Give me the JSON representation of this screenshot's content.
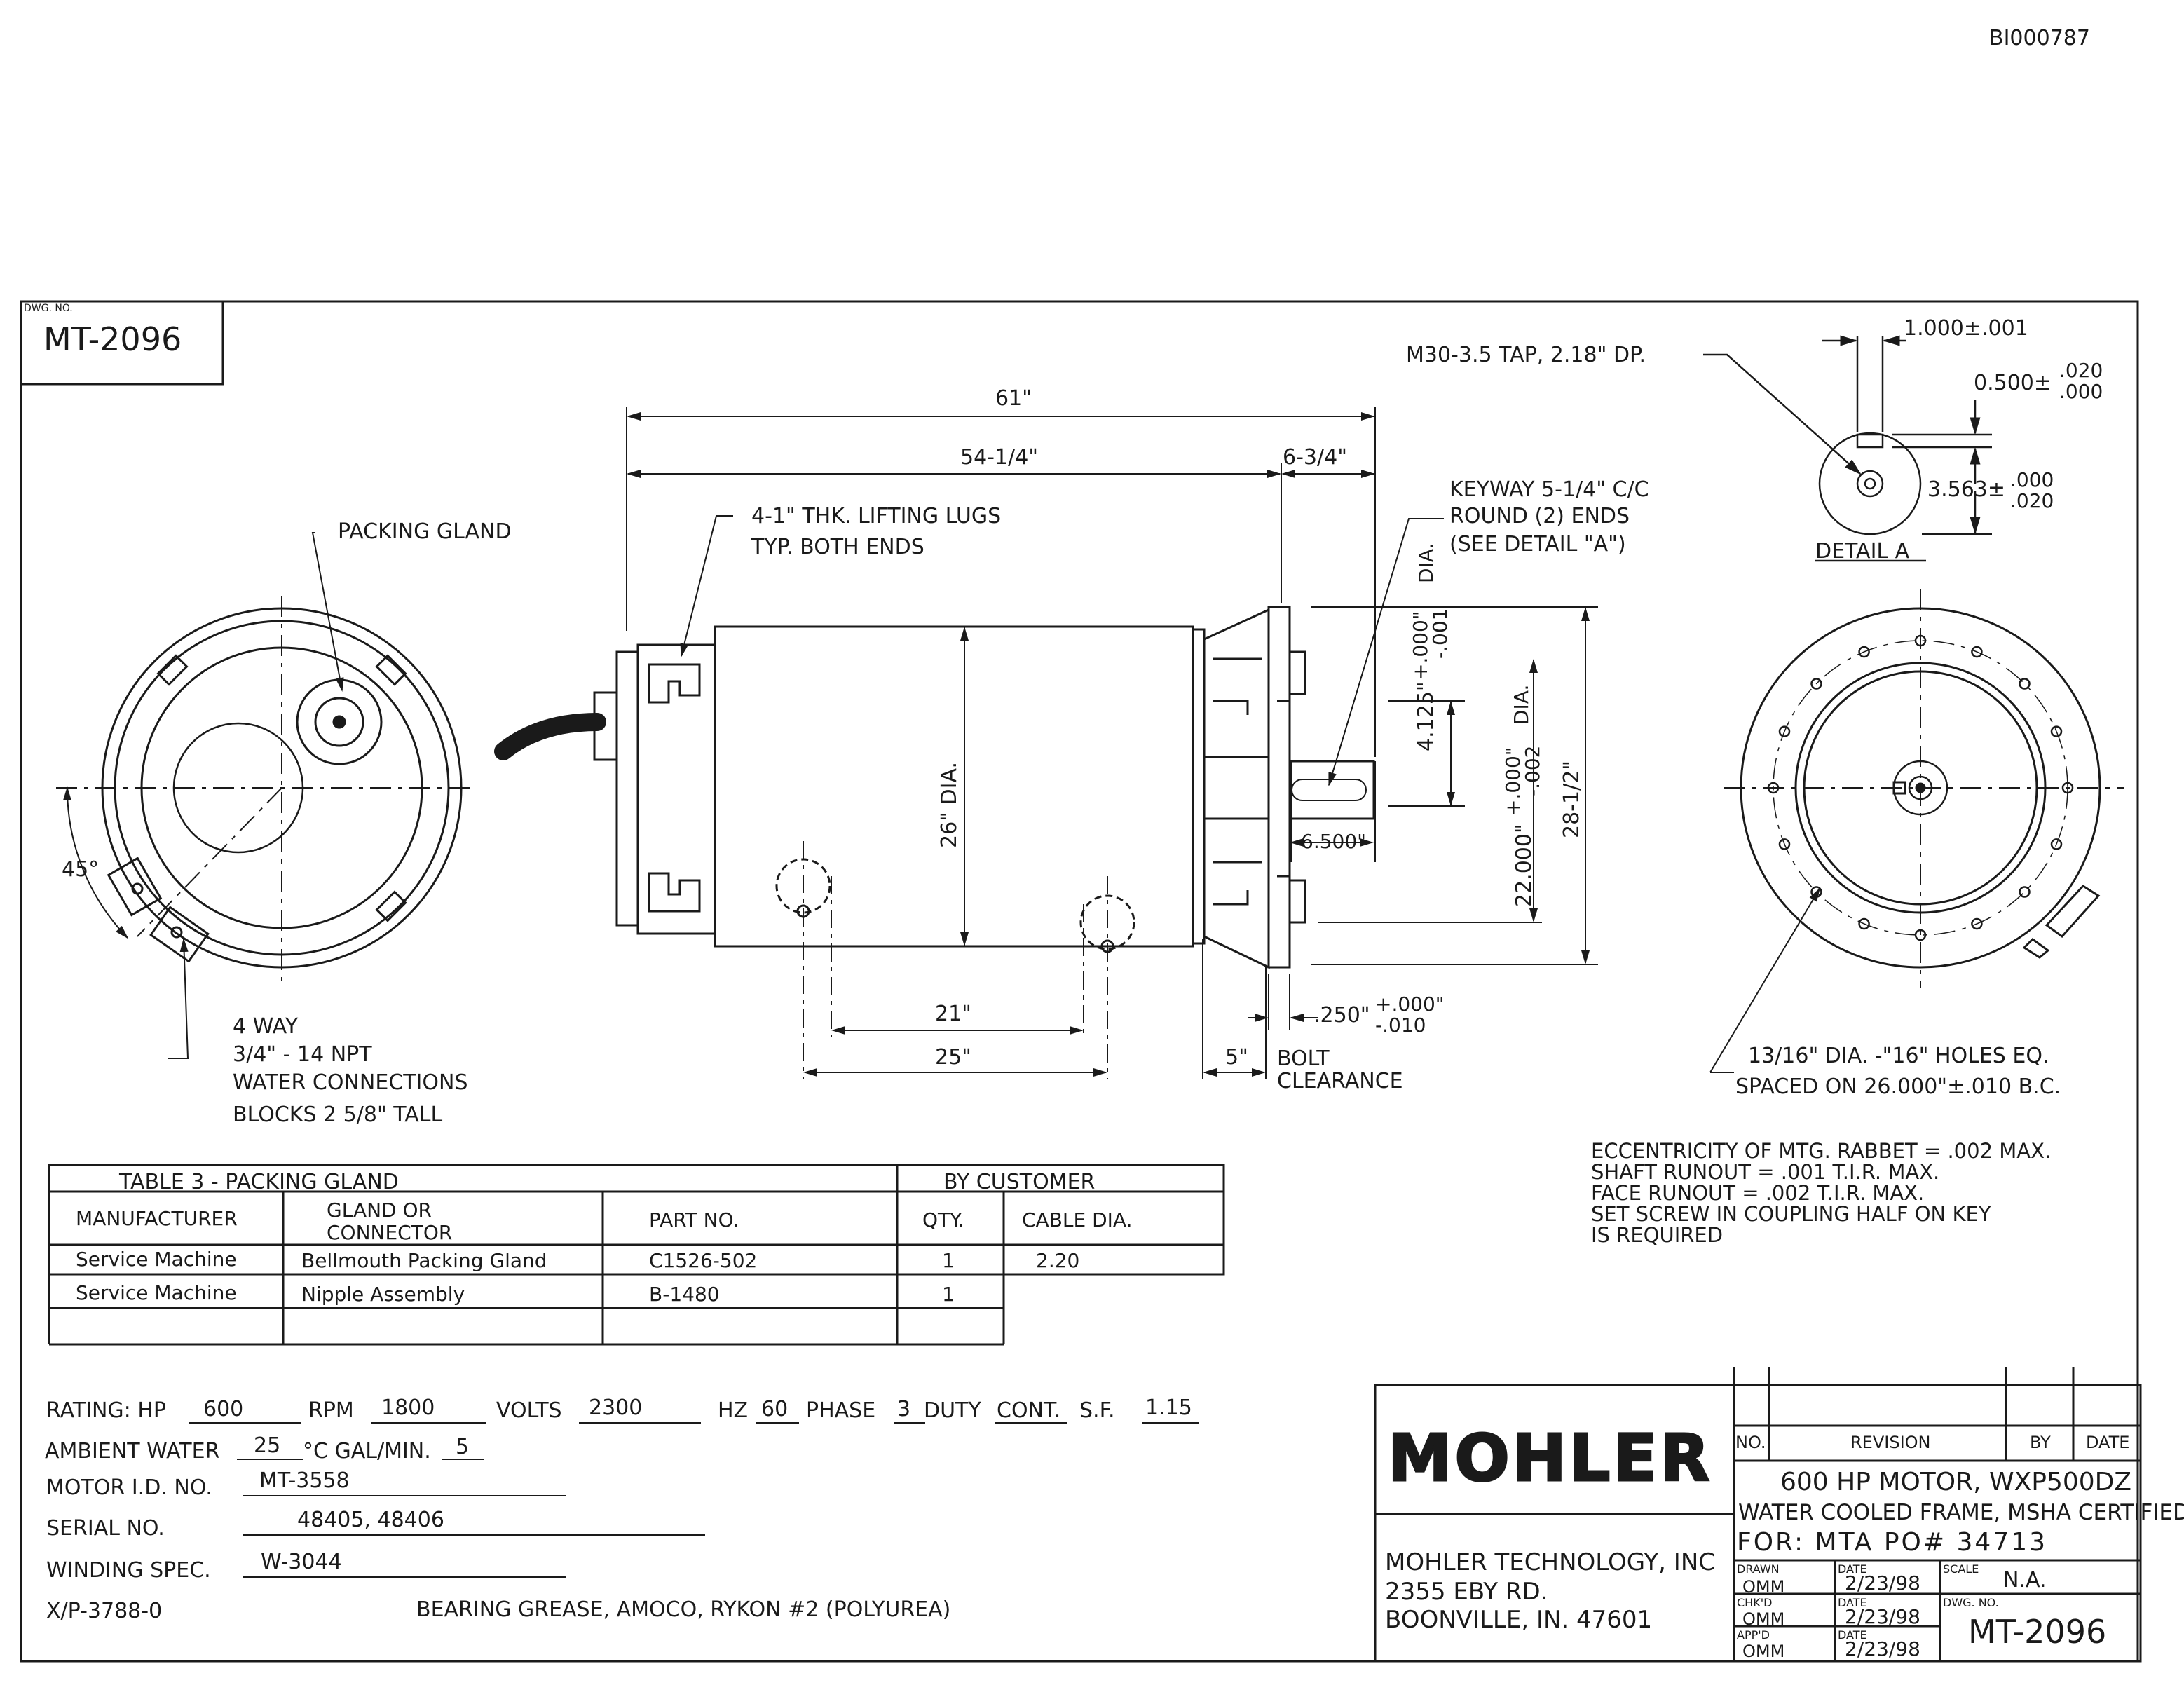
{
  "doc_id": "BI000787",
  "dwg_box": {
    "label": "DWG. NO.",
    "number": "MT-2096"
  },
  "dimensions": {
    "overall": "61\"",
    "body": "54-1/4\"",
    "shaft_ext": "6-3/4\"",
    "diameter": "26\" DIA.",
    "lug_21": "21\"",
    "lug_25": "25\"",
    "bolt_5": "5\"",
    "bolt_clear_1": "BOLT",
    "bolt_clear_2": "CLEARANCE",
    "shaft_len": "6.500\"",
    "flange_thk": ".250\"",
    "flange_tol_up": "+.000\"",
    "flange_tol_dn": "-.010",
    "shaft_dia": "4.125\"",
    "shaft_dia_up": "+.000\"",
    "shaft_dia_dn": "-.001",
    "shaft_dia_tag": "DIA.",
    "rabbet_dia": "22.000\"",
    "rabbet_up": "+.000\"",
    "rabbet_dn": "-.002",
    "rabbet_tag": "DIA.",
    "flange_od": "28-1/2\""
  },
  "notes": {
    "packing_gland": "PACKING GLAND",
    "lugs_1": "4-1\" THK. LIFTING LUGS",
    "lugs_2": "TYP. BOTH ENDS",
    "tap": "M30-3.5 TAP, 2.18\" DP.",
    "keyway_1": "KEYWAY 5-1/4\" C/C",
    "keyway_2": "ROUND (2) ENDS",
    "keyway_3": "(SEE DETAIL \"A\")",
    "angle": "45°",
    "water_1": "4 WAY",
    "water_2": "3/4\" - 14 NPT",
    "water_3": "WATER CONNECTIONS",
    "water_4": "BLOCKS 2 5/8\" TALL",
    "holes_1": "13/16\" DIA. -\"16\" HOLES EQ.",
    "holes_2": "SPACED ON  26.000\"±.010 B.C."
  },
  "detail_a": {
    "title": "DETAIL A",
    "width": "1.000±.001",
    "key_depth": "0.500±",
    "key_depth_up": ".020",
    "key_depth_dn": ".000",
    "height": "3.563±",
    "height_up": ".000",
    "height_dn": ".020"
  },
  "tolerances": [
    "ECCENTRICITY OF MTG. RABBET = .002 MAX.",
    "SHAFT RUNOUT = .001 T.I.R. MAX.",
    "FACE RUNOUT = .002 T.I.R. MAX.",
    "SET SCREW IN COUPLING HALF ON KEY",
    "IS REQUIRED"
  ],
  "table": {
    "title": "TABLE 3 - PACKING GLAND",
    "by_customer": "BY CUSTOMER",
    "headers": {
      "manufacturer": "MANUFACTURER",
      "gland_1": "GLAND OR",
      "gland_2": "CONNECTOR",
      "part": "PART NO.",
      "qty": "QTY.",
      "cable": "CABLE DIA."
    },
    "rows": [
      {
        "manufacturer": "Service Machine",
        "gland": "Bellmouth Packing Gland",
        "part": "C1526-502",
        "qty": "1",
        "cable": "2.20"
      },
      {
        "manufacturer": "Service Machine",
        "gland": "Nipple Assembly",
        "part": "B-1480",
        "qty": "1",
        "cable": ""
      }
    ]
  },
  "rating": {
    "hp_label": "RATING: HP",
    "hp": "600",
    "rpm_label": "RPM",
    "rpm": "1800",
    "volts_label": "VOLTS",
    "volts": "2300",
    "hz_label": "HZ",
    "hz": "60",
    "phase_label": "PHASE",
    "phase": "3",
    "duty_label": "DUTY",
    "duty": "CONT.",
    "sf_label": "S.F.",
    "sf": "1.15",
    "ambient_label": "AMBIENT WATER",
    "ambient": "25",
    "ambient_unit": "°C GAL/MIN.",
    "gpm": "5",
    "motor_id_label": "MOTOR I.D. NO.",
    "motor_id": "MT-3558",
    "serial_label": "SERIAL NO.",
    "serial": "48405, 48406",
    "winding_label": "WINDING SPEC.",
    "winding": "W-3044",
    "xp": "X/P-3788-0",
    "grease": "BEARING GREASE, AMOCO, RYKON #2 (POLYUREA)"
  },
  "title_block": {
    "logo": "MOHLER",
    "company": "MOHLER TECHNOLOGY, INC",
    "address": "2355 EBY RD.",
    "city": "BOONVILLE, IN. 47601",
    "rev_no": "NO.",
    "rev_revision": "REVISION",
    "rev_by": "BY",
    "rev_date": "DATE",
    "desc_1": "600  HP MOTOR, WXP500DZ",
    "desc_2": "WATER COOLED FRAME, MSHA CERTIFIED",
    "desc_3": "FOR:  MTA  PO#  34713",
    "drawn_label": "DRAWN",
    "drawn": "OMM",
    "chkd_label": "CHK'D",
    "chkd": "OMM",
    "appd_label": "APP'D",
    "appd": "OMM",
    "date_label": "DATE",
    "date": "2/23/98",
    "scale_label": "SCALE",
    "scale": "N.A.",
    "dwg_label": "DWG. NO.",
    "dwg": "MT-2096"
  }
}
